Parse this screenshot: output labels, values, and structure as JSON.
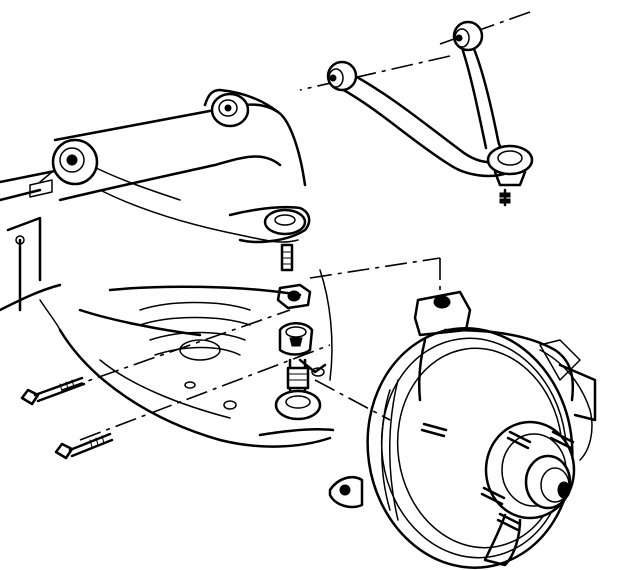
{
  "diagram": {
    "style": "black line-art exploded view",
    "colors": {
      "line": "#000000",
      "background": "#ffffff"
    },
    "parts": [
      "upper-control-arm",
      "frame-bracket",
      "ball-joint-stud",
      "ball-joint-nut",
      "knuckle-boot",
      "steering-knuckle",
      "brake-rotor",
      "wheel-hub",
      "wheel-studs",
      "mounting-bolts",
      "dust-shield"
    ]
  }
}
